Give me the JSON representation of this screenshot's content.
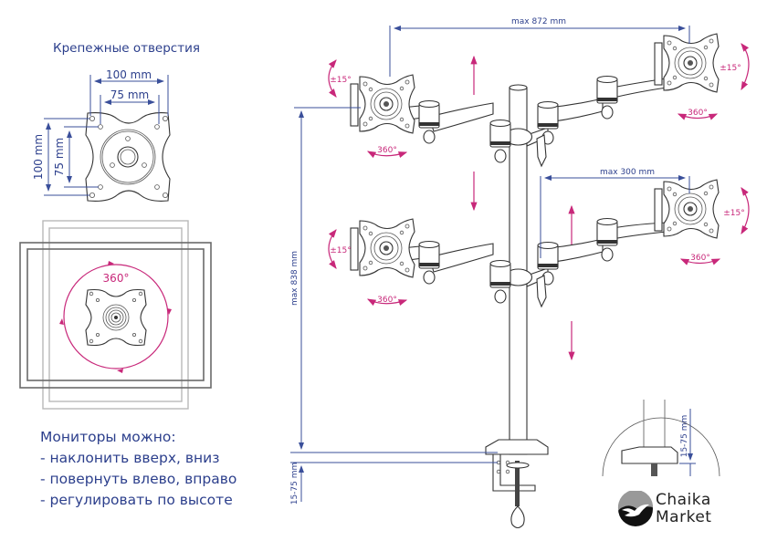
{
  "mounting_holes": {
    "title": "Крепежные отверстия",
    "horizontal_dims": [
      "100 mm",
      "75 mm"
    ],
    "vertical_dims": [
      "100 mm",
      "75 mm"
    ]
  },
  "rotation_panel": {
    "rotation_label": "360°"
  },
  "notes": {
    "heading": "Мониторы можно:",
    "items": [
      "- наклонить вверх, вниз",
      "- повернуть влево, вправо",
      "- регулировать по высоте"
    ]
  },
  "dimensions": {
    "max_width": "max 872 mm",
    "max_arm": "max 300 mm",
    "max_height": "max 838 mm",
    "desk_thickness": "15-75 mm",
    "detail_desk_thickness": "15-75 mm"
  },
  "monitor_labels": {
    "tilt": "±15°",
    "swivel": "360°"
  },
  "logo": {
    "line1": "Chaika",
    "line2": "Market"
  },
  "colors": {
    "dimension_blue": "#2c3f8c",
    "motion_pink": "#c8287a"
  }
}
